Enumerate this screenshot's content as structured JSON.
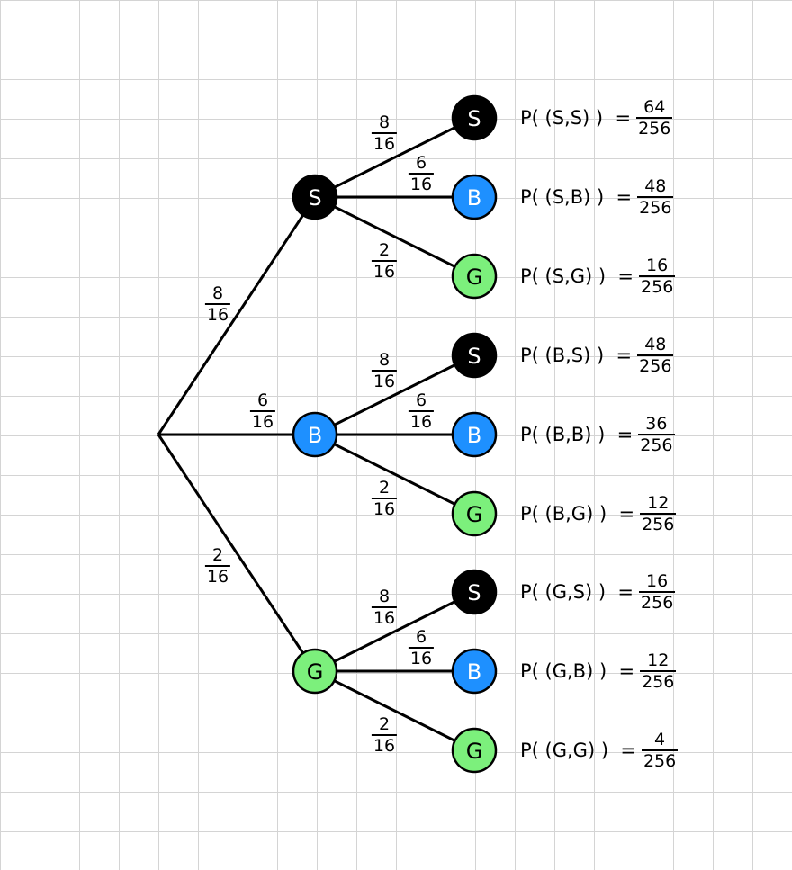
{
  "colors": {
    "S": "#000000",
    "B": "#1e90ff",
    "G": "#7cf07c",
    "line": "#000000",
    "grid": "#d4d4d4"
  },
  "first_level": [
    {
      "label": "S",
      "prob": {
        "num": "8",
        "den": "16"
      }
    },
    {
      "label": "B",
      "prob": {
        "num": "6",
        "den": "16"
      }
    },
    {
      "label": "G",
      "prob": {
        "num": "2",
        "den": "16"
      }
    }
  ],
  "second_level": [
    {
      "label": "S",
      "prob": {
        "num": "8",
        "den": "16"
      }
    },
    {
      "label": "B",
      "prob": {
        "num": "6",
        "den": "16"
      }
    },
    {
      "label": "G",
      "prob": {
        "num": "2",
        "den": "16"
      }
    }
  ],
  "outcomes": [
    {
      "text": "P( (S,S) )  =",
      "num": "64",
      "den": "256"
    },
    {
      "text": "P( (S,B) )  =",
      "num": "48",
      "den": "256"
    },
    {
      "text": "P( (S,G) )  =",
      "num": "16",
      "den": "256"
    },
    {
      "text": "P( (B,S) )  =",
      "num": "48",
      "den": "256"
    },
    {
      "text": "P( (B,B) )  =",
      "num": "36",
      "den": "256"
    },
    {
      "text": "P( (B,G) )  =",
      "num": "12",
      "den": "256"
    },
    {
      "text": "P( (G,S) )  =",
      "num": "16",
      "den": "256"
    },
    {
      "text": "P( (G,B) )  =",
      "num": "12",
      "den": "256"
    },
    {
      "text": "P( (G,G) )  =",
      "num": "4",
      "den": "256"
    }
  ]
}
